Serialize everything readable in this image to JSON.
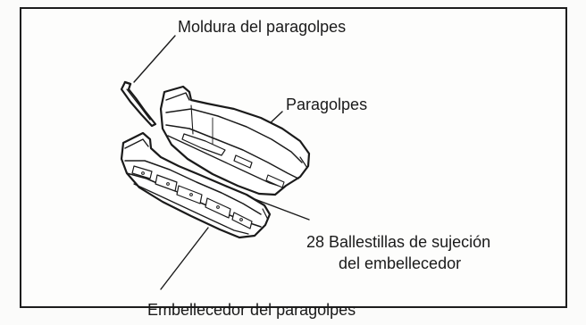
{
  "labels": {
    "moldura": "Moldura del paragolpes",
    "paragolpes": "Paragolpes",
    "ballestillas_line1": "28 Ballestillas de sujeción",
    "ballestillas_line2": "del embellecedor",
    "embellecedor": "Embellecedor del paragolpes"
  },
  "colors": {
    "ink": "#1a1a1a",
    "paper": "#fdfdfc"
  }
}
